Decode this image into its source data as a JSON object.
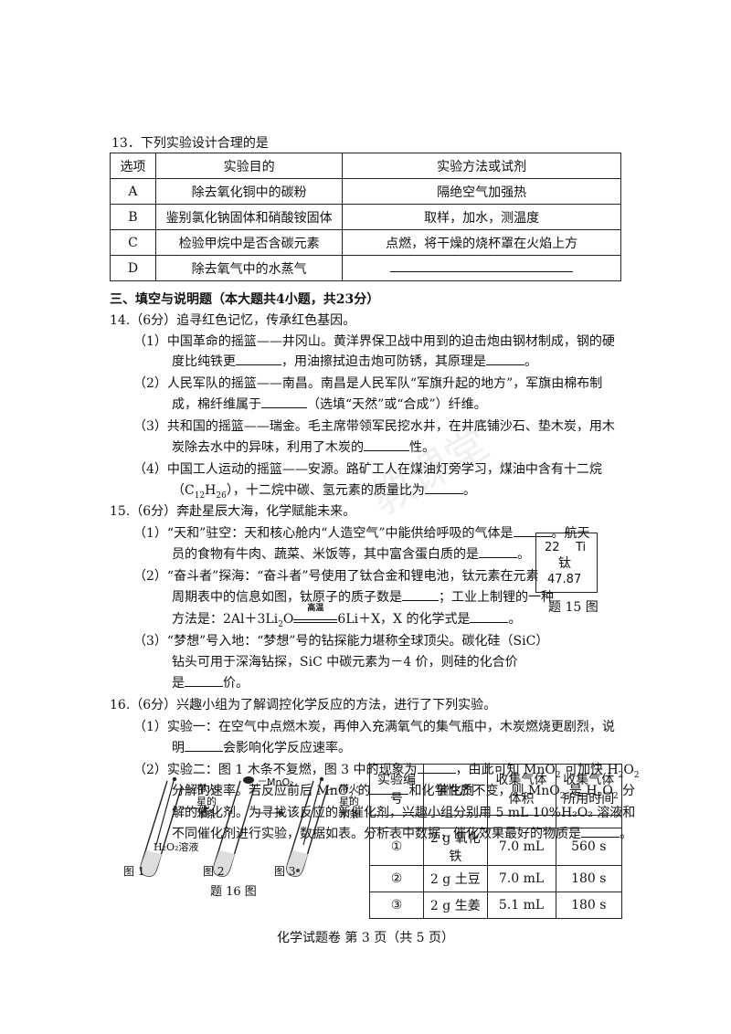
{
  "q13": {
    "title": "13．下列实验设计合理的是",
    "headers": [
      "选项",
      "实验目的",
      "实验方法或试剂"
    ],
    "rows": [
      [
        "A",
        "除去氧化铜中的碳粉",
        "隔绝空气加强热"
      ],
      [
        "B",
        "鉴别氯化钠固体和硝酸铵固体",
        "取样，加水，测温度"
      ],
      [
        "C",
        "检验甲烷中是否含碳元素",
        "点燃，将干燥的烧杯罩在火焰上方"
      ],
      [
        "D",
        "除去氧气中的水蒸气",
        ""
      ]
    ]
  },
  "section3": {
    "title": "三、填空与说明题（本大题共4小题，共23分）"
  },
  "q14": {
    "stem": "14.（6分）追寻红色记忆，传承红色基因。",
    "l1a": "（1）中国革命的摇篮——井冈山。黄洋界保卫战中用到的迫击炮由钢材制成，钢的硬",
    "l1b_a": "度比纯铁更",
    "l1b_b": "，用油擦拭迫击炮可防锈，其原理是",
    "l1b_c": "。",
    "l2a": "（2）人民军队的摇篮——南昌。南昌是人民军队“军旗升起的地方”，军旗由棉布制",
    "l2b_a": "成，棉纤维属于",
    "l2b_b": "（选填“天然”或“合成”）纤维。",
    "l3a": "（3）共和国的摇篮——瑞金。毛主席带领军民挖水井，在井底铺沙石、垫木炭，用木",
    "l3b_a": "炭除去水中的异味，利用了木炭的",
    "l3b_b": "性。",
    "l4a": "（4）中国工人运动的摇篮——安源。路矿工人在煤油灯旁学习，煤油中含有十二烷",
    "l4b_a": "（C",
    "l4b_sub1": "12",
    "l4b_h": "H",
    "l4b_sub2": "26",
    "l4b_b": "），十二烷中碳、氢元素的质量比为",
    "l4b_c": "。"
  },
  "q15": {
    "stem": "15.（6分）奔赴星辰大海，化学赋能未来。",
    "l1a": "（1）“天和”驻空：天和核心舱内“人造空气”中能供给呼吸的气体是",
    "l1a_end": "。航天",
    "l1b_a": "员的食物有牛肉、蔬菜、米饭等，其中富含蛋白质的是",
    "l1b_b": "。",
    "l2a": "（2）“奋斗者”探海：“奋斗者”号使用了钛合金和锂电池，钛元素在元素",
    "l2b_a": "周期表中的信息如图，钛原子的质子数是",
    "l2b_b": "；工业上制锂的一种",
    "l2c_a": "方法是：2Al＋3Li",
    "l2c_sub": "2",
    "l2c_b": "O",
    "l2c_cond": "高温",
    "l2c_c": "6Li＋X，X 的化学式是",
    "l2c_d": "。",
    "l3a": "（3）“梦想”号入地：“梦想”号的钻探能力堪称全球顶尖。碳化硅（SiC）",
    "l3b": "钻头可用于深海钻探，SiC 中碳元素为－4 价，则硅的化合价",
    "l3c_a": "是",
    "l3c_b": "价。",
    "element": {
      "number": "22",
      "symbol": "Ti",
      "name": "钛",
      "mass": "47.87"
    },
    "fig_caption": "题 15 图"
  },
  "q16": {
    "stem": "16.（6分）兴趣小组为了解调控化学反应的方法，进行了下列实验。",
    "l1a": "（1）实验一：在空气中点燃木炭，再伸入充满氧气的集气瓶中，木炭燃烧更剧烈，说",
    "l1b_a": "明",
    "l1b_b": "会影响化学反应速率。",
    "l2a_a": "（2）实验二：图 1 木条不复燃，图 3 中的现象为",
    "l2a_b": "，由此可知 MnO",
    "l2a_sub1": "2",
    "l2a_c": " 可加快 H",
    "l2a_sub2": "2",
    "l2a_d": "O",
    "l2a_sub3": "2",
    "l2b_a": "分解的速率。若反应前后 MnO",
    "l2b_sub1": "2",
    "l2b_b": " 的",
    "l2b_c": "和化学性质不变，则 MnO",
    "l2b_sub2": "2",
    "l2b_d": " 是 H",
    "l2b_sub3": "2",
    "l2b_e": "O",
    "l2b_sub4": "2",
    "l2b_f": " 分",
    "l2c": "解的催化剂。为寻找该反应的新催化剂，兴趣小组分别用 5 mL 10%H₂O₂ 溶液和",
    "l2d_a": "不同催化剂进行实验，数据如表。分析表中数据，催化效果最好的物质是",
    "l2d_b": "。",
    "figure": {
      "label_splint1": "带火星的木条",
      "label_splint3": "带火星的木条",
      "label_mno2": "MnO₂",
      "label_solution": "H₂O₂溶液",
      "fig1": "图 1",
      "fig2": "图 2",
      "fig3": "图 3",
      "caption": "题 16 图"
    },
    "table": {
      "headers": [
        "实验编号",
        "催化剂",
        "收集气体体积",
        "收集气体所用时间"
      ],
      "rows": [
        [
          "①",
          "2 g 氧化铁",
          "7.0 mL",
          "560 s"
        ],
        [
          "②",
          "2 g 土豆",
          "7.0 mL",
          "180 s"
        ],
        [
          "③",
          "2 g 生姜",
          "5.1 mL",
          "180 s"
        ]
      ]
    }
  },
  "footer": "化学试题卷 第 3 页（共 5 页）",
  "watermark": "教课堂"
}
